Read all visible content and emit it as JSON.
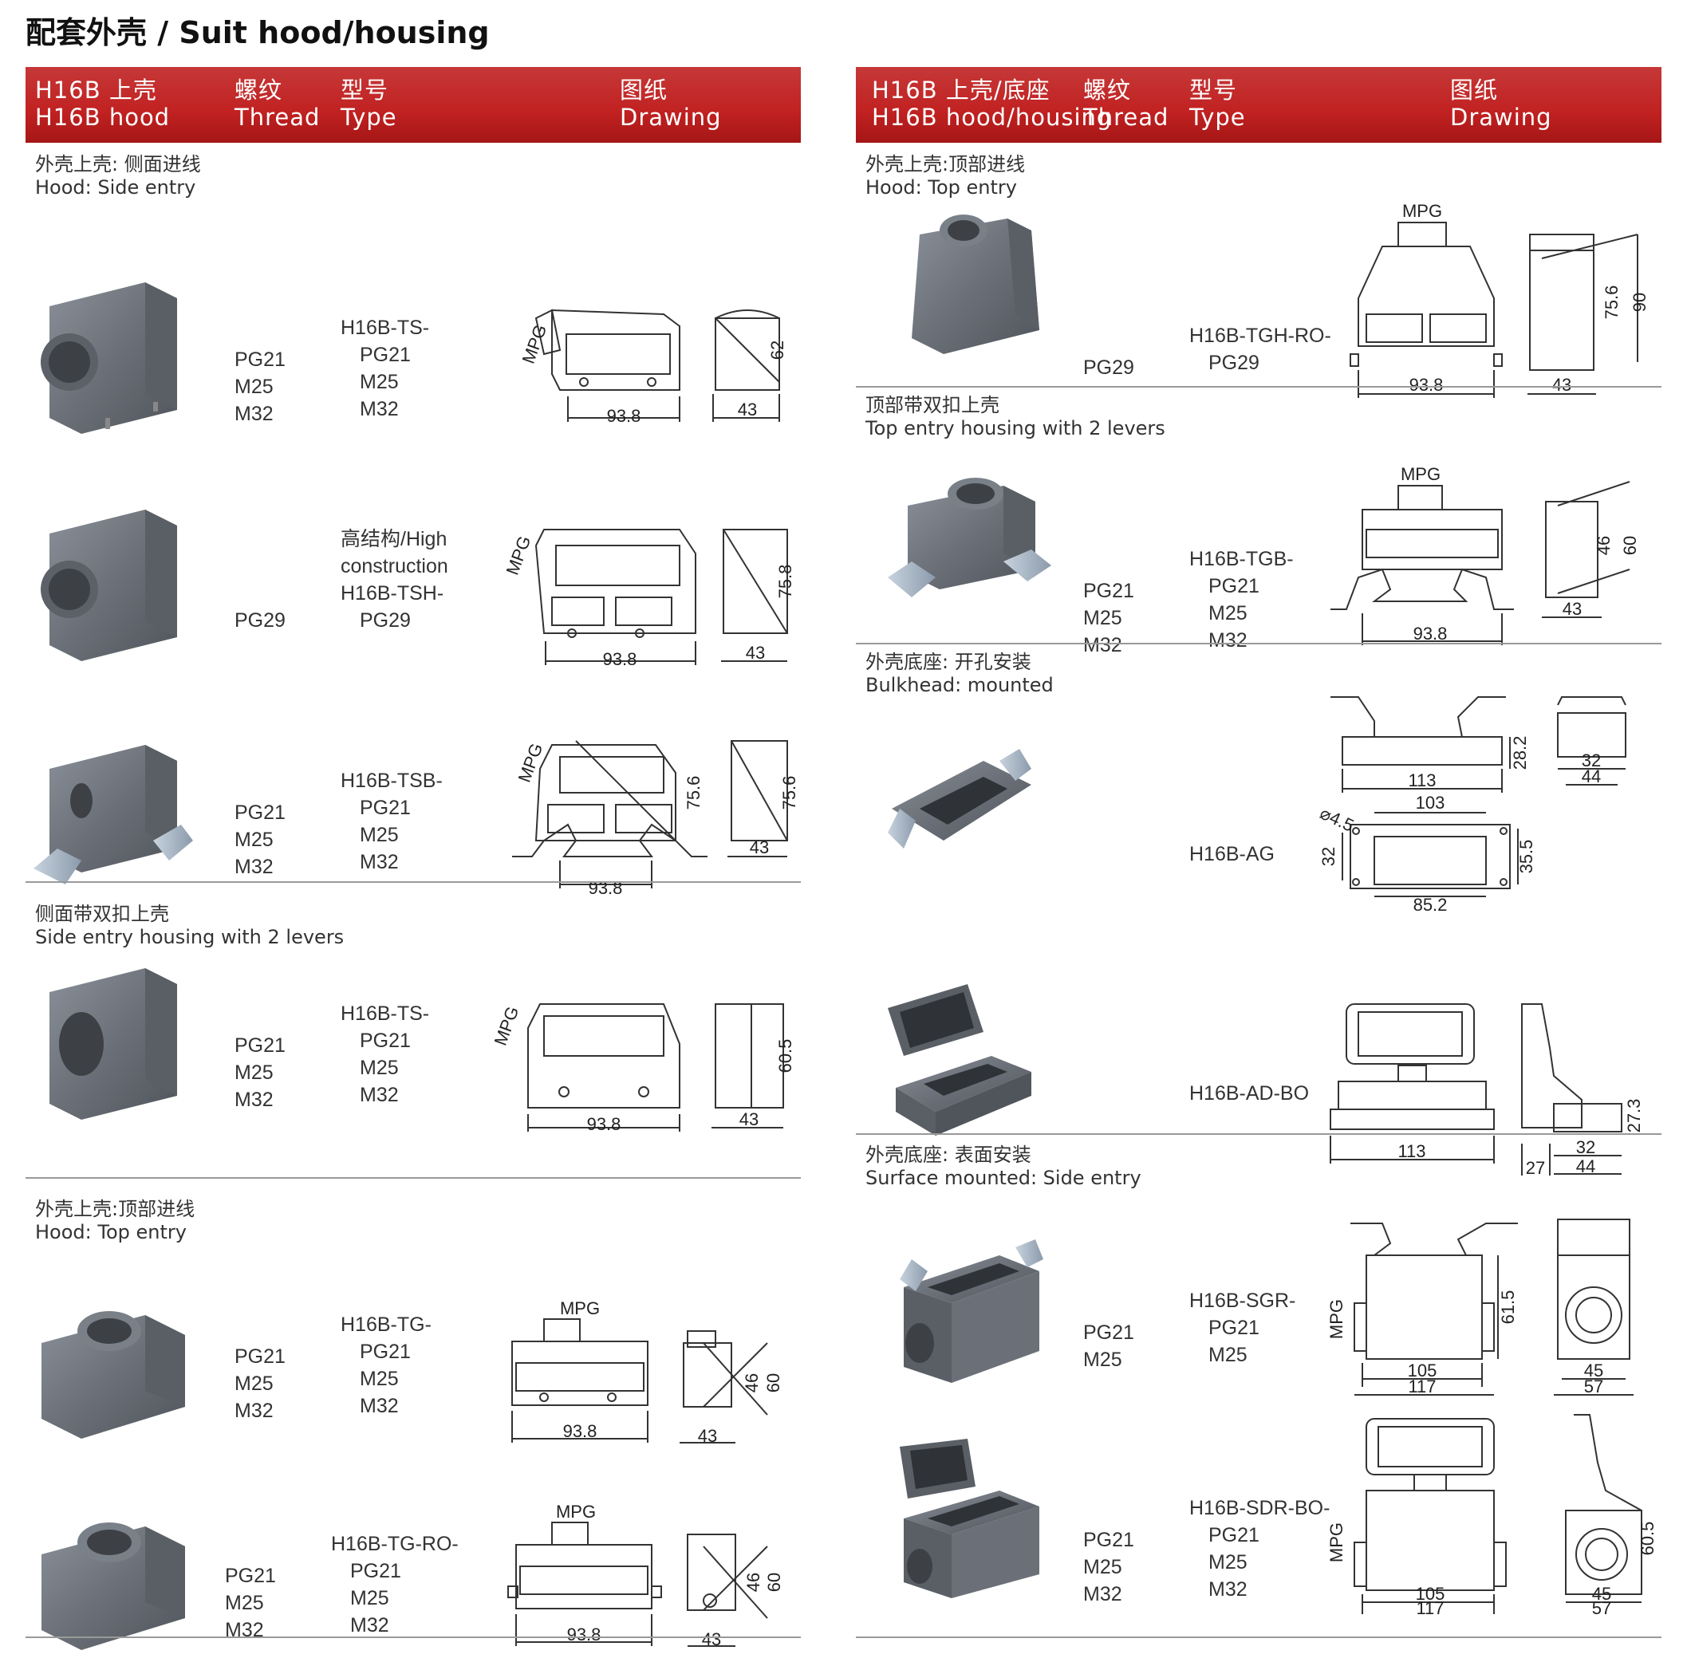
{
  "title": "配套外壳 / Suit hood/housing",
  "colors": {
    "header_red": "#c12121",
    "housing_grey": "#6b7078",
    "metal": "#a9b6c4"
  },
  "left": {
    "header": {
      "c1a": "H16B 上壳",
      "c1b": "H16B hood",
      "c2a": "螺纹",
      "c2b": "Thread",
      "c3a": "型号",
      "c3b": "Type",
      "c4a": "图纸",
      "c4b": "Drawing"
    },
    "sections": [
      {
        "title_cn": "外壳上壳: 侧面进线",
        "title_en": "Hood: Side entry"
      },
      {
        "title_cn": "侧面带双扣上壳",
        "title_en": "Side entry housing with 2 levers"
      },
      {
        "title_cn": "外壳上壳:顶部进线",
        "title_en": "Hood: Top entry"
      }
    ],
    "rows": [
      {
        "thread": [
          "PG21",
          "M25",
          "M32"
        ],
        "type_head": "H16B-TS-",
        "type": [
          "PG21",
          "M25",
          "M32"
        ],
        "dims": [
          "93.8",
          "43",
          "62",
          "MPG"
        ]
      },
      {
        "thread": [
          "PG29"
        ],
        "note1": "高结构/High",
        "note2": "construction",
        "type_head": "H16B-TSH-",
        "type": [
          "PG29"
        ],
        "dims": [
          "93.8",
          "43",
          "75.8",
          "MPG"
        ]
      },
      {
        "thread": [
          "PG21",
          "M25",
          "M32"
        ],
        "type_head": "H16B-TSB-",
        "type": [
          "PG21",
          "M25",
          "M32"
        ],
        "dims": [
          "93.8",
          "43",
          "75.6",
          "75.6",
          "MPG"
        ]
      },
      {
        "thread": [
          "PG21",
          "M25",
          "M32"
        ],
        "type_head": "H16B-TS-",
        "type": [
          "PG21",
          "M25",
          "M32"
        ],
        "dims": [
          "93.8",
          "43",
          "60.5",
          "MPG"
        ]
      },
      {
        "thread": [
          "PG21",
          "M25",
          "M32"
        ],
        "type_head": "H16B-TG-",
        "type": [
          "PG21",
          "M25",
          "M32"
        ],
        "dims": [
          "93.8",
          "43",
          "46",
          "60",
          "MPG"
        ]
      },
      {
        "thread": [
          "PG21",
          "M25",
          "M32"
        ],
        "type_head": "H16B-TG-RO-",
        "type": [
          "PG21",
          "M25",
          "M32"
        ],
        "dims": [
          "93.8",
          "43",
          "46",
          "60",
          "MPG"
        ]
      }
    ]
  },
  "right": {
    "header": {
      "c1a": "H16B 上壳/底座",
      "c1b": "H16B hood/housing",
      "c2a": "螺纹",
      "c2b": "Thread",
      "c3a": "型号",
      "c3b": "Type",
      "c4a": "图纸",
      "c4b": "Drawing"
    },
    "sections": [
      {
        "title_cn": "外壳上壳:顶部进线",
        "title_en": "Hood: Top entry"
      },
      {
        "title_cn": "顶部带双扣上壳",
        "title_en": "Top entry housing with 2 levers"
      },
      {
        "title_cn": "外壳底座: 开孔安装",
        "title_en": "Bulkhead: mounted"
      },
      {
        "title_cn": "外壳底座: 表面安装",
        "title_en": "Surface mounted: Side entry"
      }
    ],
    "rows": [
      {
        "thread": [
          "PG29"
        ],
        "type_head": "H16B-TGH-RO-",
        "type": [
          "PG29"
        ],
        "dims": [
          "93.8",
          "43",
          "75.6",
          "90",
          "MPG"
        ]
      },
      {
        "thread": [
          "PG21",
          "M25",
          "M32"
        ],
        "type_head": "H16B-TGB-",
        "type": [
          "PG21",
          "M25",
          "M32"
        ],
        "dims": [
          "93.8",
          "43",
          "46",
          "60",
          "MPG"
        ]
      },
      {
        "thread": [],
        "type_head": "H16B-AG",
        "type": [],
        "dims": [
          "113",
          "28.2",
          "32",
          "44",
          "103",
          "⌀4.5",
          "32",
          "35.5",
          "85.2"
        ]
      },
      {
        "thread": [],
        "type_head": "H16B-AD-BO",
        "type": [],
        "dims": [
          "113",
          "27",
          "32",
          "44",
          "27.3"
        ]
      },
      {
        "thread": [
          "PG21",
          "M25"
        ],
        "type_head": "H16B-SGR-",
        "type": [
          "PG21",
          "M25"
        ],
        "dims": [
          "105",
          "117",
          "45",
          "57",
          "61.5",
          "MPG"
        ]
      },
      {
        "thread": [
          "PG21",
          "M25",
          "M32"
        ],
        "type_head": "H16B-SDR-BO-",
        "type": [
          "PG21",
          "M25",
          "M32"
        ],
        "dims": [
          "105",
          "117",
          "45",
          "57",
          "60.5",
          "MPG"
        ]
      }
    ]
  }
}
